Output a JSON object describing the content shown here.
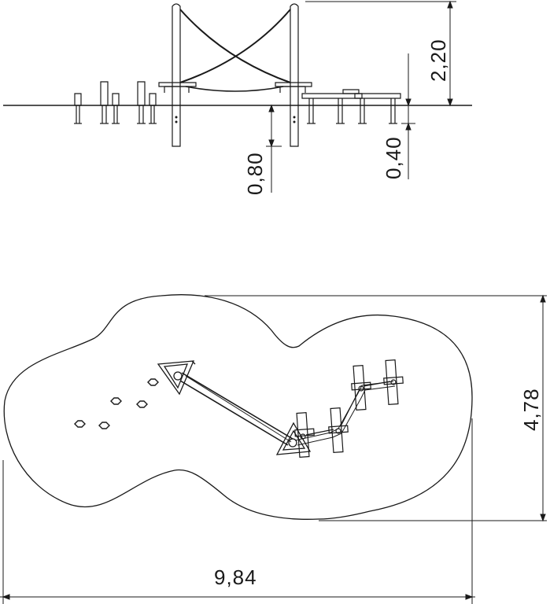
{
  "diagram": {
    "type": "playground equipment technical drawing (elevation and plan views)",
    "dimensions": {
      "total_height": "2,20",
      "post_depth": "0,80",
      "foundation_depth": "0,40",
      "plan_depth": "4,78",
      "plan_length": "9,84"
    },
    "colors": {
      "line": "#1a1a1a",
      "background": "#ffffff"
    }
  }
}
